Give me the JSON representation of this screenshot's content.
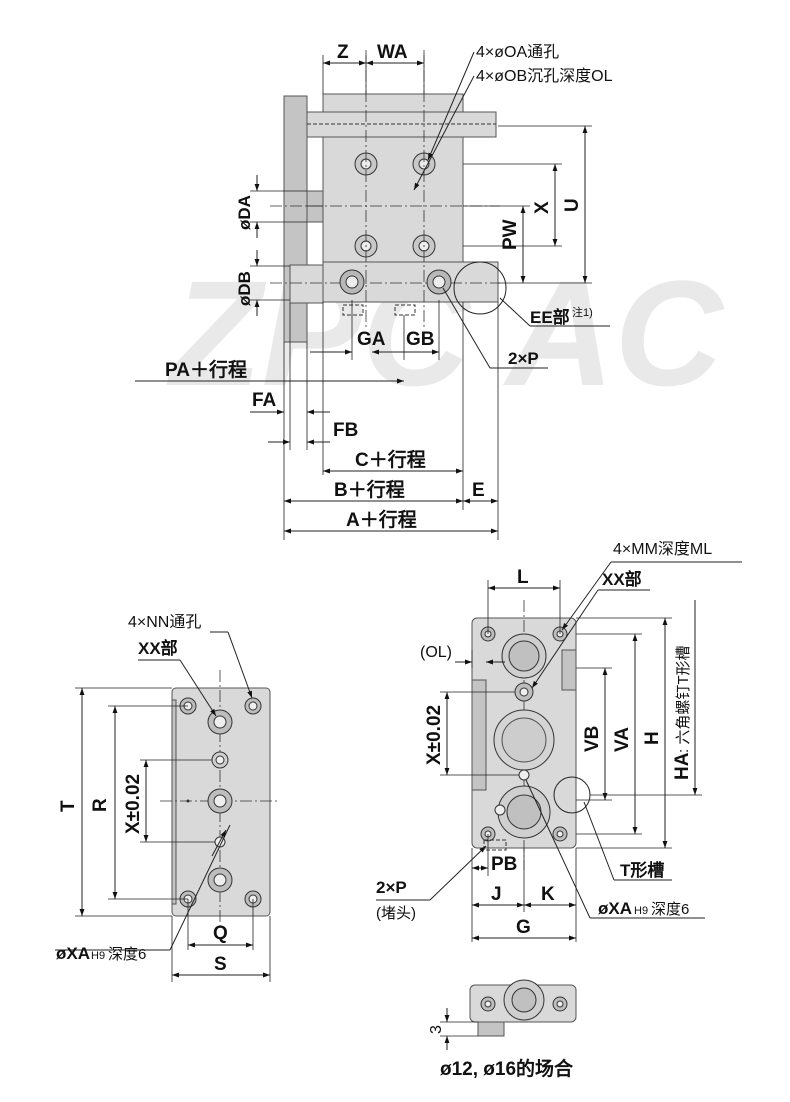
{
  "watermark": "ZPC AC",
  "top_view": {
    "labels": {
      "z": "Z",
      "wa": "WA",
      "oa": "4×øOA通孔",
      "ob": "4×øOB沉孔深度OL",
      "x": "X",
      "u": "U",
      "pw": "PW",
      "oda": "øDA",
      "odb": "øDB",
      "ee": "EE部",
      "ee_note": "注1)",
      "ga": "GA",
      "gb": "GB",
      "p2": "2×P",
      "pa": "PA＋行程",
      "fa": "FA",
      "fb": "FB",
      "c": "C＋行程",
      "b": "B＋行程",
      "e": "E",
      "a": "A＋行程"
    }
  },
  "front_view": {
    "labels": {
      "nn": "4×NN通孔",
      "xx": "XX部",
      "t": "T",
      "r": "R",
      "x002": "X±0.02",
      "xa": "øXA",
      "xa_tol": "H9",
      "xa_depth": "深度6",
      "q": "Q",
      "s": "S"
    }
  },
  "end_view": {
    "labels": {
      "mm": "4×MM深度ML",
      "l": "L",
      "xx": "XX部",
      "ol": "(OL)",
      "x002": "X±0.02",
      "vb": "VB",
      "va": "VA",
      "h": "H",
      "ha": "HA",
      "ha_note": ": 六角螺钉T形槽",
      "pb": "PB",
      "p2": "2×P",
      "plug": "(堵头)",
      "j": "J",
      "k": "K",
      "g": "G",
      "tslot": "T形槽",
      "xa": "øXA",
      "xa_tol": "H9",
      "xa_depth": "深度6"
    }
  },
  "small_view": {
    "dim": "3",
    "caption": "ø12, ø16的场合"
  }
}
